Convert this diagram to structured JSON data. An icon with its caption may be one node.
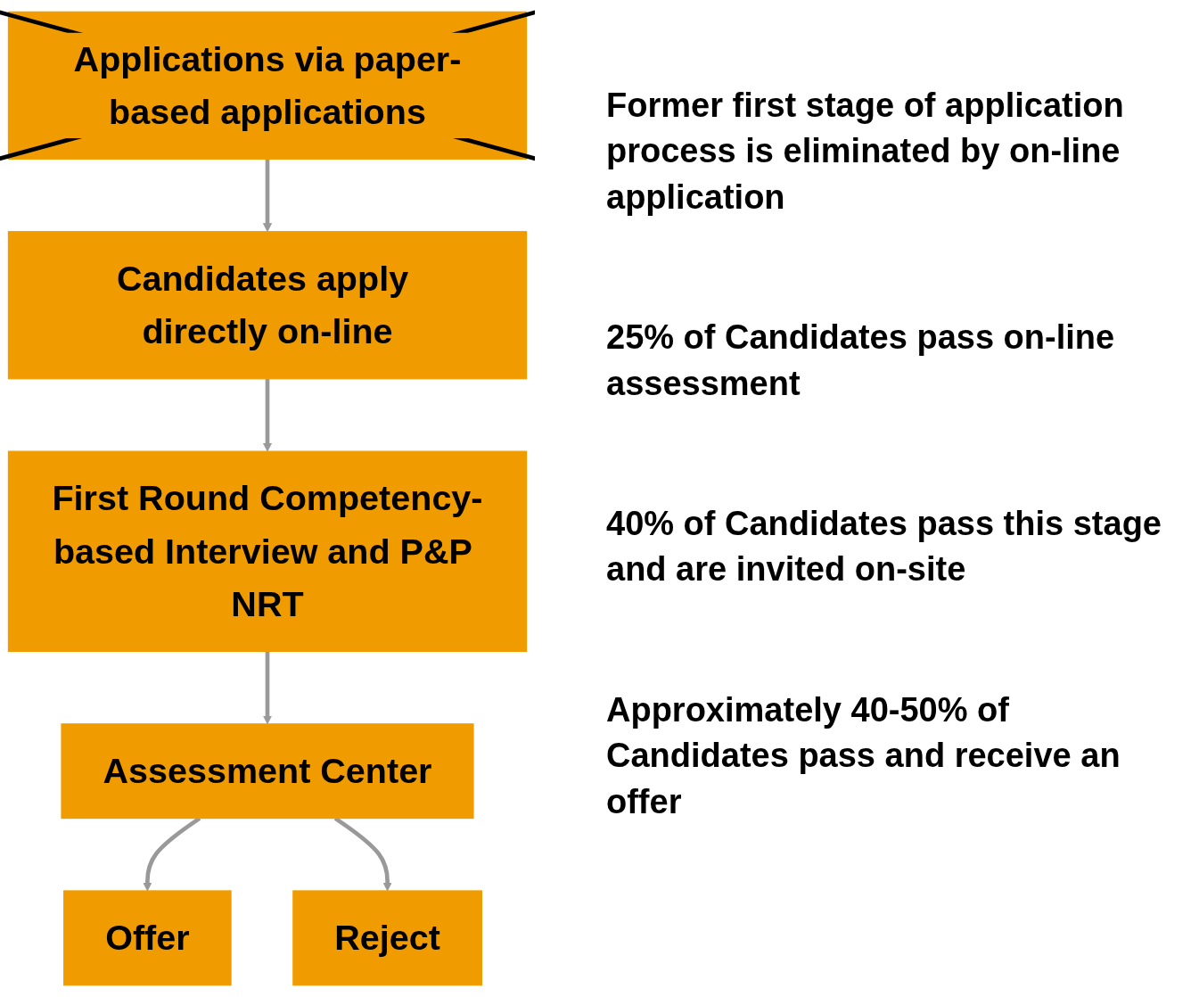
{
  "diagram": {
    "nodes": [
      {
        "text": [
          "Applications via paper-based applications"
        ]
      },
      {
        "text": [
          "Candidates apply directly on-line"
        ]
      },
      {
        "text": [
          "First Round Competency-based Interview and P&P NRT"
        ]
      },
      {
        "text": [
          "Assessment Center"
        ]
      },
      {
        "text": [
          "Offer"
        ]
      },
      {
        "text": [
          "Reject"
        ]
      }
    ],
    "edges": [
      {
        "from": 0,
        "to": 1,
        "arrow": "to"
      },
      {
        "from": 1,
        "to": 2,
        "arrow": "to"
      },
      {
        "from": 2,
        "to": 3,
        "arrow": "to"
      },
      {
        "from": 3,
        "to": 4,
        "arrow": "to"
      },
      {
        "from": 3,
        "to": 5,
        "arrow": "to"
      }
    ],
    "labels": [
      "Former first stage of application process is eliminated by on-line application",
      "25% of Candidates pass on-line assessment",
      "40% of Candidates pass this stage and are invited on-site",
      "Approximately 40-50% of Candidates pass and receive an offer"
    ]
  }
}
